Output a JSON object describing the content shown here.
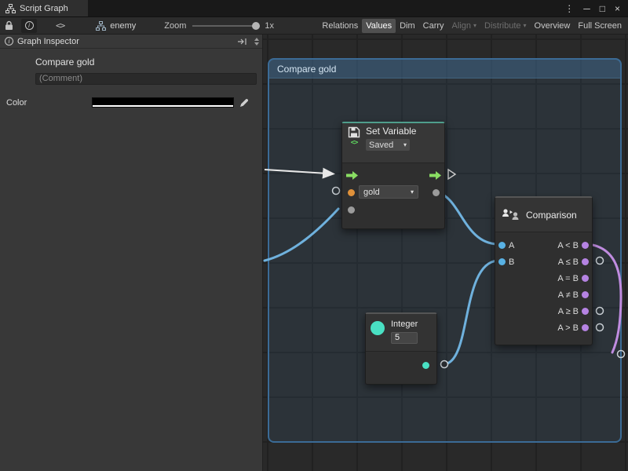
{
  "window": {
    "tab": "Script Graph",
    "controls": {
      "menu": "⋮",
      "minimize": "─",
      "maximize": "□",
      "close": "×"
    }
  },
  "toolbar": {
    "code_glyph": "<>",
    "breadcrumb": "enemy",
    "zoom": {
      "label": "Zoom",
      "value": "1x"
    },
    "buttons": [
      {
        "label": "Relations",
        "state": "normal"
      },
      {
        "label": "Values",
        "state": "active"
      },
      {
        "label": "Dim",
        "state": "normal"
      },
      {
        "label": "Carry",
        "state": "normal"
      },
      {
        "label": "Align",
        "state": "disabled",
        "dropdown": true
      },
      {
        "label": "Distribute",
        "state": "disabled",
        "dropdown": true
      },
      {
        "label": "Overview",
        "state": "normal"
      },
      {
        "label": "Full Screen",
        "state": "normal"
      }
    ]
  },
  "inspector": {
    "title": "Graph Inspector",
    "graph_title": "Compare gold",
    "comment_placeholder": "(Comment)",
    "color_label": "Color",
    "color_value": "#000000"
  },
  "graph": {
    "group_title": "Compare gold",
    "set_variable": {
      "title": "Set Variable",
      "scope": "Saved",
      "variable": "gold"
    },
    "comparison": {
      "title": "Comparison",
      "input_a": "A",
      "input_b": "B",
      "outputs": [
        "A < B",
        "A ≤ B",
        "A = B",
        "A ≠ B",
        "A ≥ B",
        "A > B"
      ]
    },
    "integer": {
      "title": "Integer",
      "value": "5"
    }
  },
  "icons": {
    "dropdown": "▾"
  },
  "colors": {
    "wire_value": "#6fb1dd",
    "wire_flow": "#e8e8e8",
    "wire_comparison": "#c08ce0",
    "port_orange": "#e0913a",
    "port_teal": "#49e0c3",
    "port_blue": "#58b1e4",
    "port_purple": "#b583e2",
    "group_border": "#3b6b96"
  }
}
